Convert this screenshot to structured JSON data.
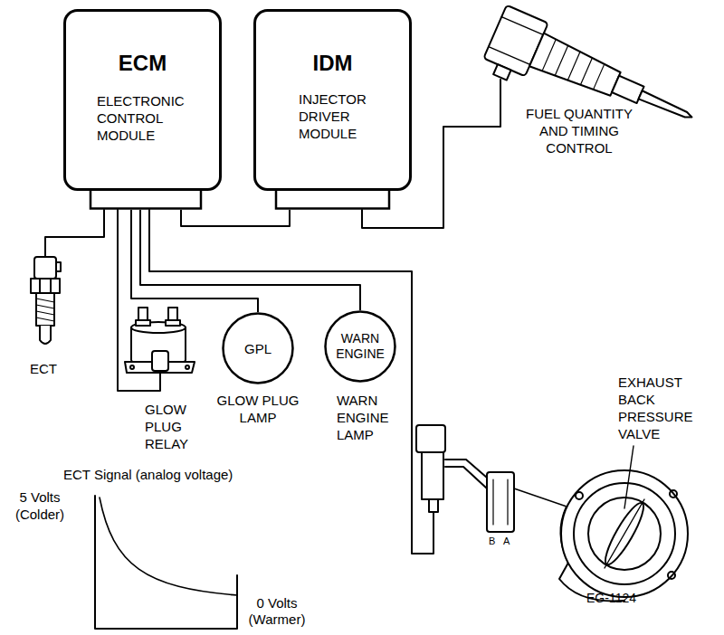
{
  "diagram": {
    "nodes": [
      {
        "text": [
          "ECM",
          "ELECTRONIC CONTROL MODULE"
        ]
      },
      {
        "text": [
          "IDM",
          "INJECTOR DRIVER MODULE"
        ]
      },
      {
        "text": [
          "GPL",
          "GLOW PLUG LAMP"
        ]
      },
      {
        "text": [
          "WARN ENGINE",
          "WARN ENGINE LAMP"
        ]
      }
    ],
    "edges": [
      {
        "from": 0,
        "to": 1,
        "arrow": "none"
      },
      {
        "from": 0,
        "to": 2,
        "arrow": "none"
      },
      {
        "from": 0,
        "to": 3,
        "arrow": "none"
      }
    ],
    "labels": [
      "ECT",
      "GLOW PLUG RELAY",
      "FUEL QUANTITY AND TIMING CONTROL",
      "EXHAUST BACK PRESSURE VALVE",
      "B",
      "A",
      "ECT Signal (analog voltage)",
      "5 Volts (Colder)",
      "0 Volts (Warmer)",
      "EG-1124"
    ]
  }
}
